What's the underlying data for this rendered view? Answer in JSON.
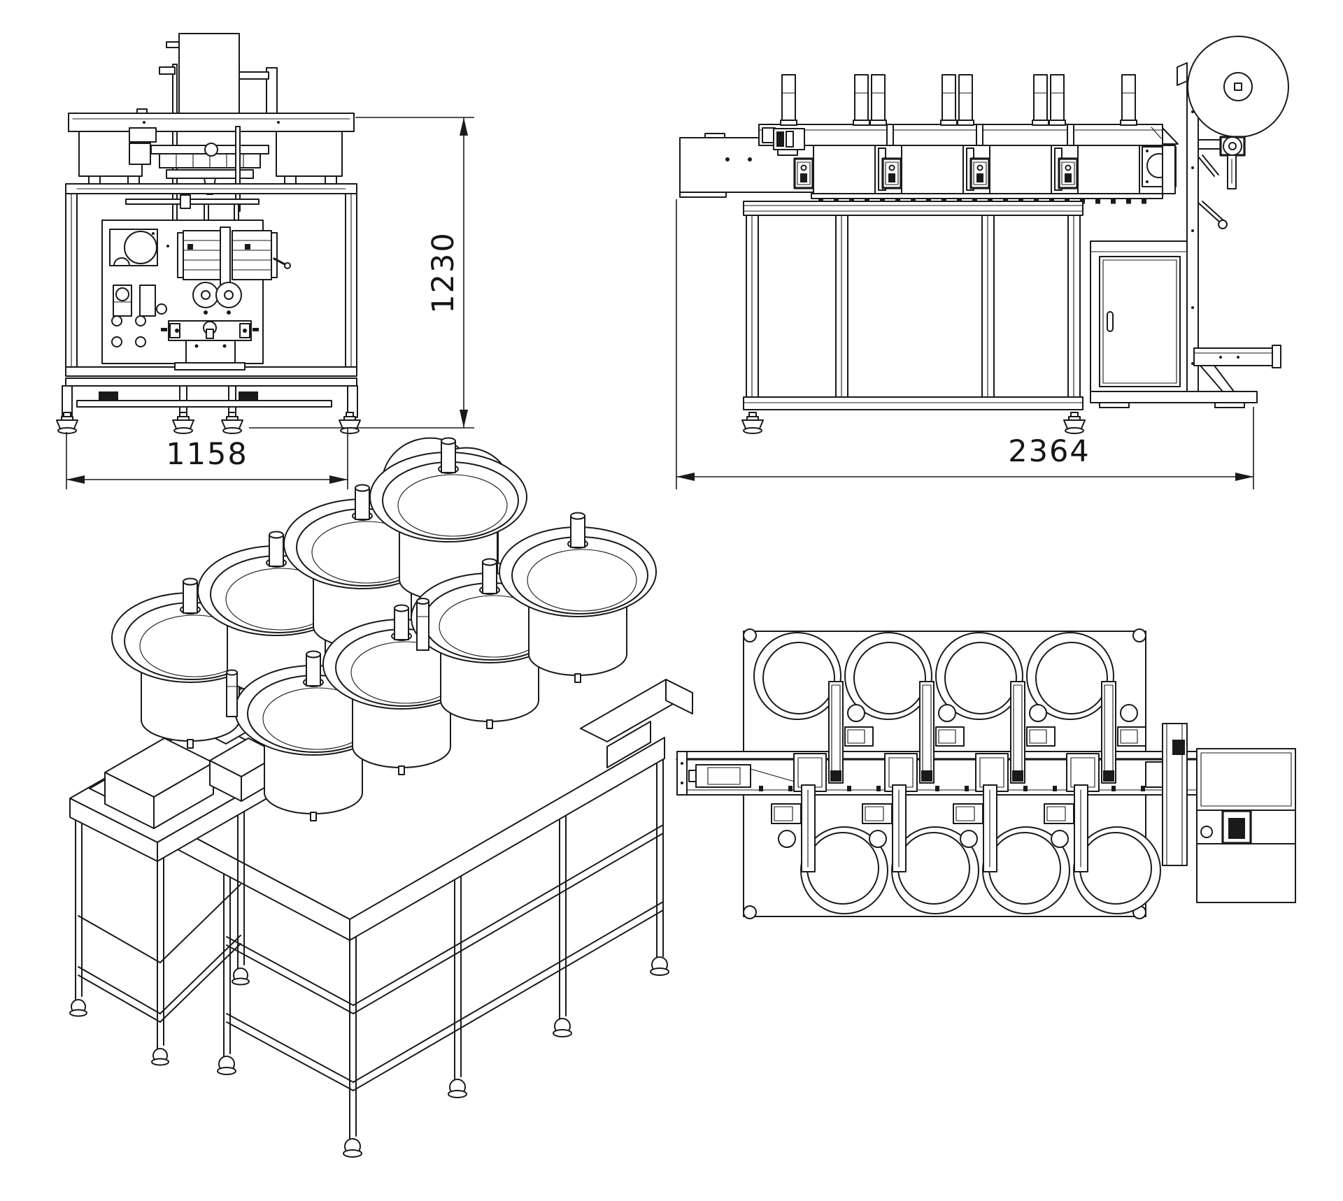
{
  "document": {
    "background_color": "#ffffff",
    "line_color": "#1a1a1a"
  },
  "views": {
    "front": {
      "dimensions": {
        "width_label": "1158",
        "height_label": "1230"
      }
    },
    "side": {
      "dimensions": {
        "length_label": "2364"
      }
    },
    "isometric": {},
    "plan": {}
  }
}
